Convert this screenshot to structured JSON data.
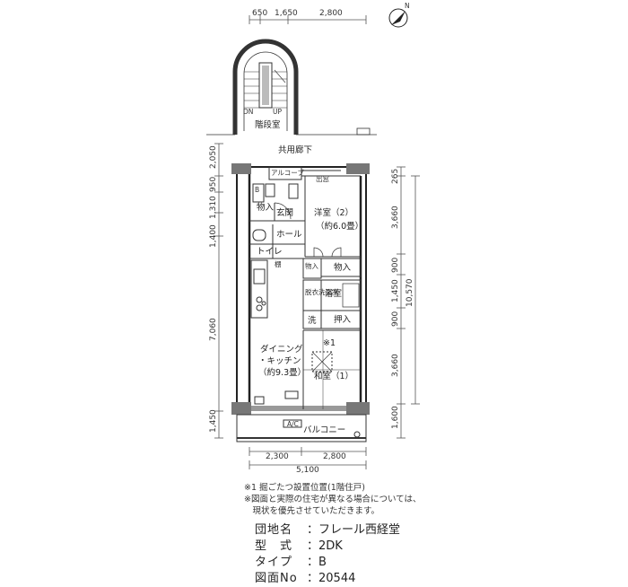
{
  "dims_top": [
    "650",
    "1,650",
    "2,800"
  ],
  "dims_left": [
    "2,050",
    "950",
    "1,310",
    "1,400",
    "7,060",
    "1,450"
  ],
  "dims_right": [
    "265",
    "3,660",
    "900",
    "1,450",
    "900",
    "3,660",
    "1,600",
    "10,570"
  ],
  "dims_bottom": [
    "2,300",
    "2,800",
    "5,100"
  ],
  "stair": {
    "label": "階段室",
    "dn": "DN",
    "up": "UP"
  },
  "corridor": "共用廊下",
  "balcony": "バルコニー",
  "rooms": {
    "alcove": "アルコーブ",
    "bay_window": "出窓",
    "western_room": "洋室（2）",
    "western_room_size": "（約6.0畳）",
    "storage1": "物入",
    "entrance": "玄関",
    "hall": "ホール",
    "toilet": "トイレ",
    "storage2": "物入",
    "storage3": "物入",
    "washroom": "脱衣洗面室",
    "bathroom": "浴室",
    "washer": "洗",
    "closet": "押入",
    "dining_kitchen": "ダイニング",
    "dining_kitchen2": "・キッチン",
    "dining_kitchen_size": "（約9.3畳）",
    "japanese_room": "和室（1）",
    "note_mark": "※1",
    "ac": "A/C",
    "shoe_b": "B",
    "kotatsu_mark": "棚"
  },
  "notes": [
    "※1 掘ごたつ設置位置(1階住戸)",
    "※図面と実際の住宅が異なる場合については、",
    "　現状を優先させていただきます。"
  ],
  "info": [
    {
      "key": "団地名",
      "value": "：フレール西経堂"
    },
    {
      "key": "型　式",
      "value": "：2DK"
    },
    {
      "key": "タイプ",
      "value": "：B"
    },
    {
      "key": "図面No",
      "value": "：20544"
    }
  ],
  "north": "N"
}
